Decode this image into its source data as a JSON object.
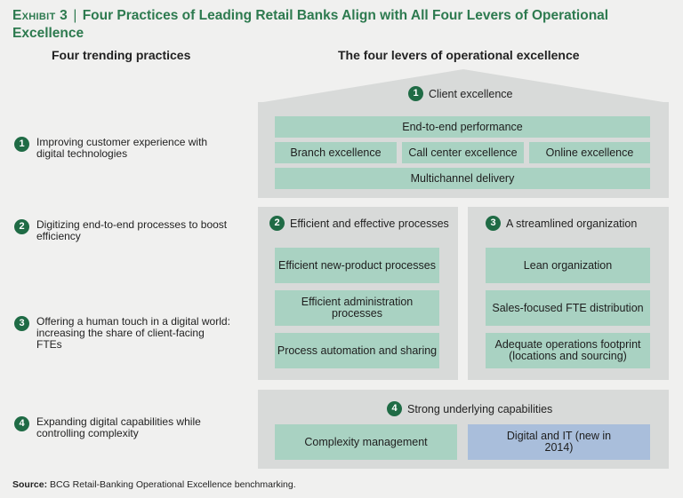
{
  "title": {
    "exhibit": "Exhibit 3",
    "separator": "|",
    "text": "Four Practices of Leading Retail Banks Align with All Four Levers of Operational Excellence"
  },
  "headers": {
    "left": "Four trending practices",
    "right": "The four levers of operational excellence"
  },
  "practices": [
    {
      "num": "1",
      "text": "Improving customer experience with digital technologies"
    },
    {
      "num": "2",
      "text": "Digitizing end-to-end processes to boost efficiency"
    },
    {
      "num": "3",
      "text": "Offering a human touch in a digital world: increasing the share of client-facing FTEs"
    },
    {
      "num": "4",
      "text": "Expanding digital capabilities while controlling complexity"
    }
  ],
  "levers": {
    "client": {
      "num": "1",
      "title": "Client excellence",
      "end_to_end": "End-to-end performance",
      "branch": "Branch excellence",
      "call_center": "Call center excellence",
      "online": "Online excellence",
      "multichannel": "Multichannel delivery"
    },
    "processes": {
      "num": "2",
      "title": "Efficient and effective processes",
      "items": [
        "Efficient new-product processes",
        "Efficient administration processes",
        "Process automation and sharing"
      ]
    },
    "organization": {
      "num": "3",
      "title": "A streamlined organization",
      "items": [
        "Lean organization",
        "Sales-focused FTE distribution",
        "Adequate operations footprint (locations and sourcing)"
      ]
    },
    "capabilities": {
      "num": "4",
      "title": "Strong underlying capabilities",
      "complexity": "Complexity management",
      "digital": "Digital and IT (new in 2014)"
    }
  },
  "source": {
    "label": "Source:",
    "text": "BCG Retail-Banking Operational Excellence benchmarking."
  },
  "colors": {
    "accent": "#2d7a4f",
    "badge": "#1f6b45",
    "panel": "#d8dad9",
    "box_green": "#a9d2c2",
    "box_blue": "#a9bedb"
  }
}
